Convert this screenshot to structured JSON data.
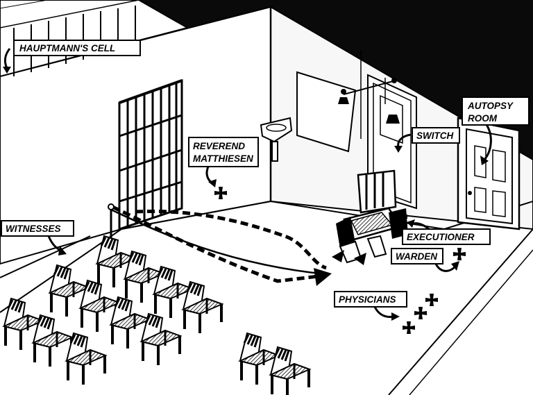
{
  "labels": {
    "hauptmanns_cell": "HAUPTMANN'S CELL",
    "reverend_line1": "REVEREND",
    "reverend_line2": "MATTHIESEN",
    "autopsy_line1": "AUTOPSY",
    "autopsy_line2": "ROOM",
    "switch": "SWITCH",
    "witnesses": "WITNESSES",
    "executioner": "EXECUTIONER",
    "warden": "WARDEN",
    "physicians": "PHYSICIANS"
  },
  "colors": {
    "ink": "#000000",
    "paper": "#ffffff",
    "background": "#0a0a0a"
  },
  "icons": {
    "position_marker": "cross-pattee-icon",
    "direction_arrow": "curved-arrow-icon"
  }
}
